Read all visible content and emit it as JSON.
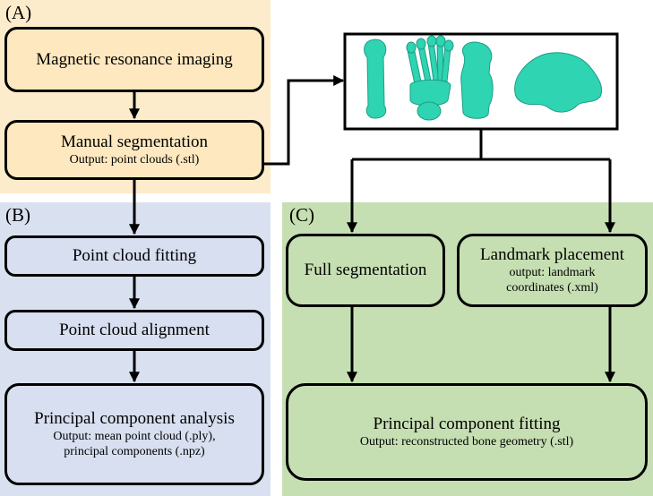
{
  "panels": {
    "a": {
      "tag": "(A)"
    },
    "b": {
      "tag": "(B)"
    },
    "c": {
      "tag": "(C)"
    }
  },
  "nodes": {
    "mri": {
      "title": "Magnetic resonance imaging"
    },
    "manual_seg": {
      "title": "Manual segmentation",
      "output": "Output: point clouds (.stl)"
    },
    "pc_fitting": {
      "title": "Point cloud fitting"
    },
    "pc_alignment": {
      "title": "Point cloud alignment"
    },
    "pca": {
      "title": "Principal component analysis",
      "output_line1": "Output: mean point cloud (.ply),",
      "output_line2": "principal components (.npz)"
    },
    "full_seg": {
      "title": "Full segmentation"
    },
    "landmark": {
      "title": "Landmark placement",
      "output_line1": "output: landmark",
      "output_line2": "coordinates (.xml)"
    },
    "pc_component_fitting": {
      "title": "Principal component fitting",
      "output": "Output: reconstructed bone geometry (.stl)"
    }
  },
  "colors": {
    "bone": "#2fd4b2",
    "panel_a": "#fdeccb",
    "panel_b": "#d9e1f1",
    "panel_c": "#c6dfb2"
  }
}
